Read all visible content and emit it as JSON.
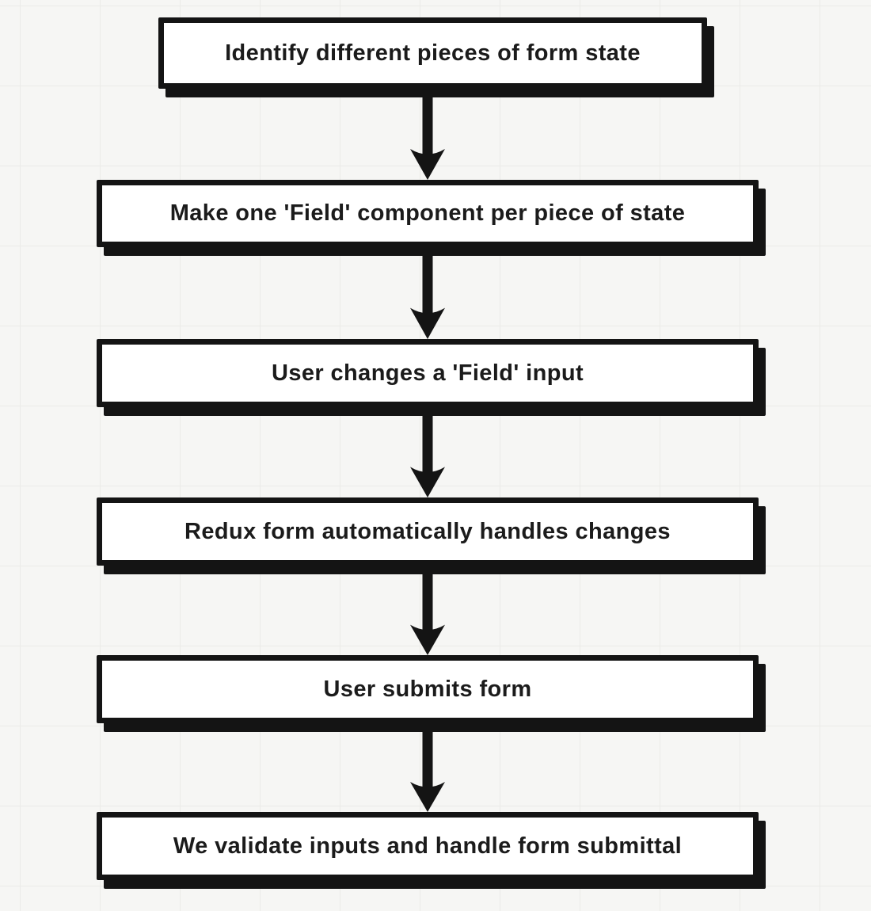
{
  "flowchart": {
    "steps": [
      {
        "label": "Identify different pieces of form state"
      },
      {
        "label": "Make one 'Field' component per piece of state"
      },
      {
        "label": "User changes a 'Field' input"
      },
      {
        "label": "Redux form automatically handles changes"
      },
      {
        "label": "User submits form"
      },
      {
        "label": "We validate inputs and handle form submittal"
      }
    ],
    "connections": [
      {
        "from": 0,
        "to": 1
      },
      {
        "from": 1,
        "to": 2
      },
      {
        "from": 2,
        "to": 3
      },
      {
        "from": 3,
        "to": 4
      },
      {
        "from": 4,
        "to": 5
      }
    ],
    "colors": {
      "box_fill": "#ffffff",
      "stroke": "#141414",
      "background": "#f6f6f4",
      "grid_line": "#ebebe8"
    }
  }
}
